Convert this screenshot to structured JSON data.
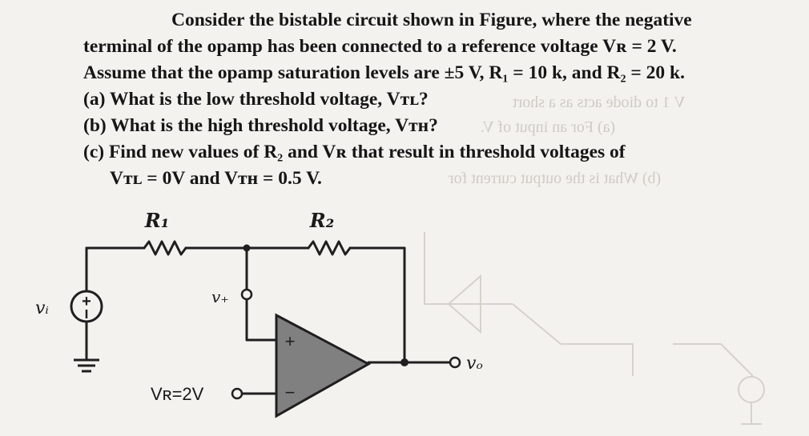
{
  "problem": {
    "lines": [
      "Consider the bistable circuit shown in Figure, where the negative",
      "terminal of the opamp has been connected to a reference voltage Vʀ = 2 V.",
      "Assume that the opamp saturation levels are ±5 V, R₁ = 10 k, and R₂ = 20 k.",
      "(a) What is the low threshold voltage, Vᴛʟ?",
      "(b) What is the high threshold voltage, Vᴛʜ?",
      "(c) Find new values of R₂ and Vʀ that result in threshold voltages of",
      "Vᴛʟ = 0V and Vᴛʜ = 0.5 V."
    ]
  },
  "circuit": {
    "r1_label": "R₁",
    "r2_label": "R₂",
    "vplus_label": "v₊",
    "vi_label": "vᵢ",
    "vo_label": "vₒ",
    "vr_label": "Vʀ=2V",
    "plus_sign": "+",
    "minus_sign": "−"
  },
  "bleed_through": {
    "right_1": "(a) For an input of V.",
    "right_2": "(b) What is the output current for",
    "right_3": "V 1 to diode acts as a short"
  }
}
